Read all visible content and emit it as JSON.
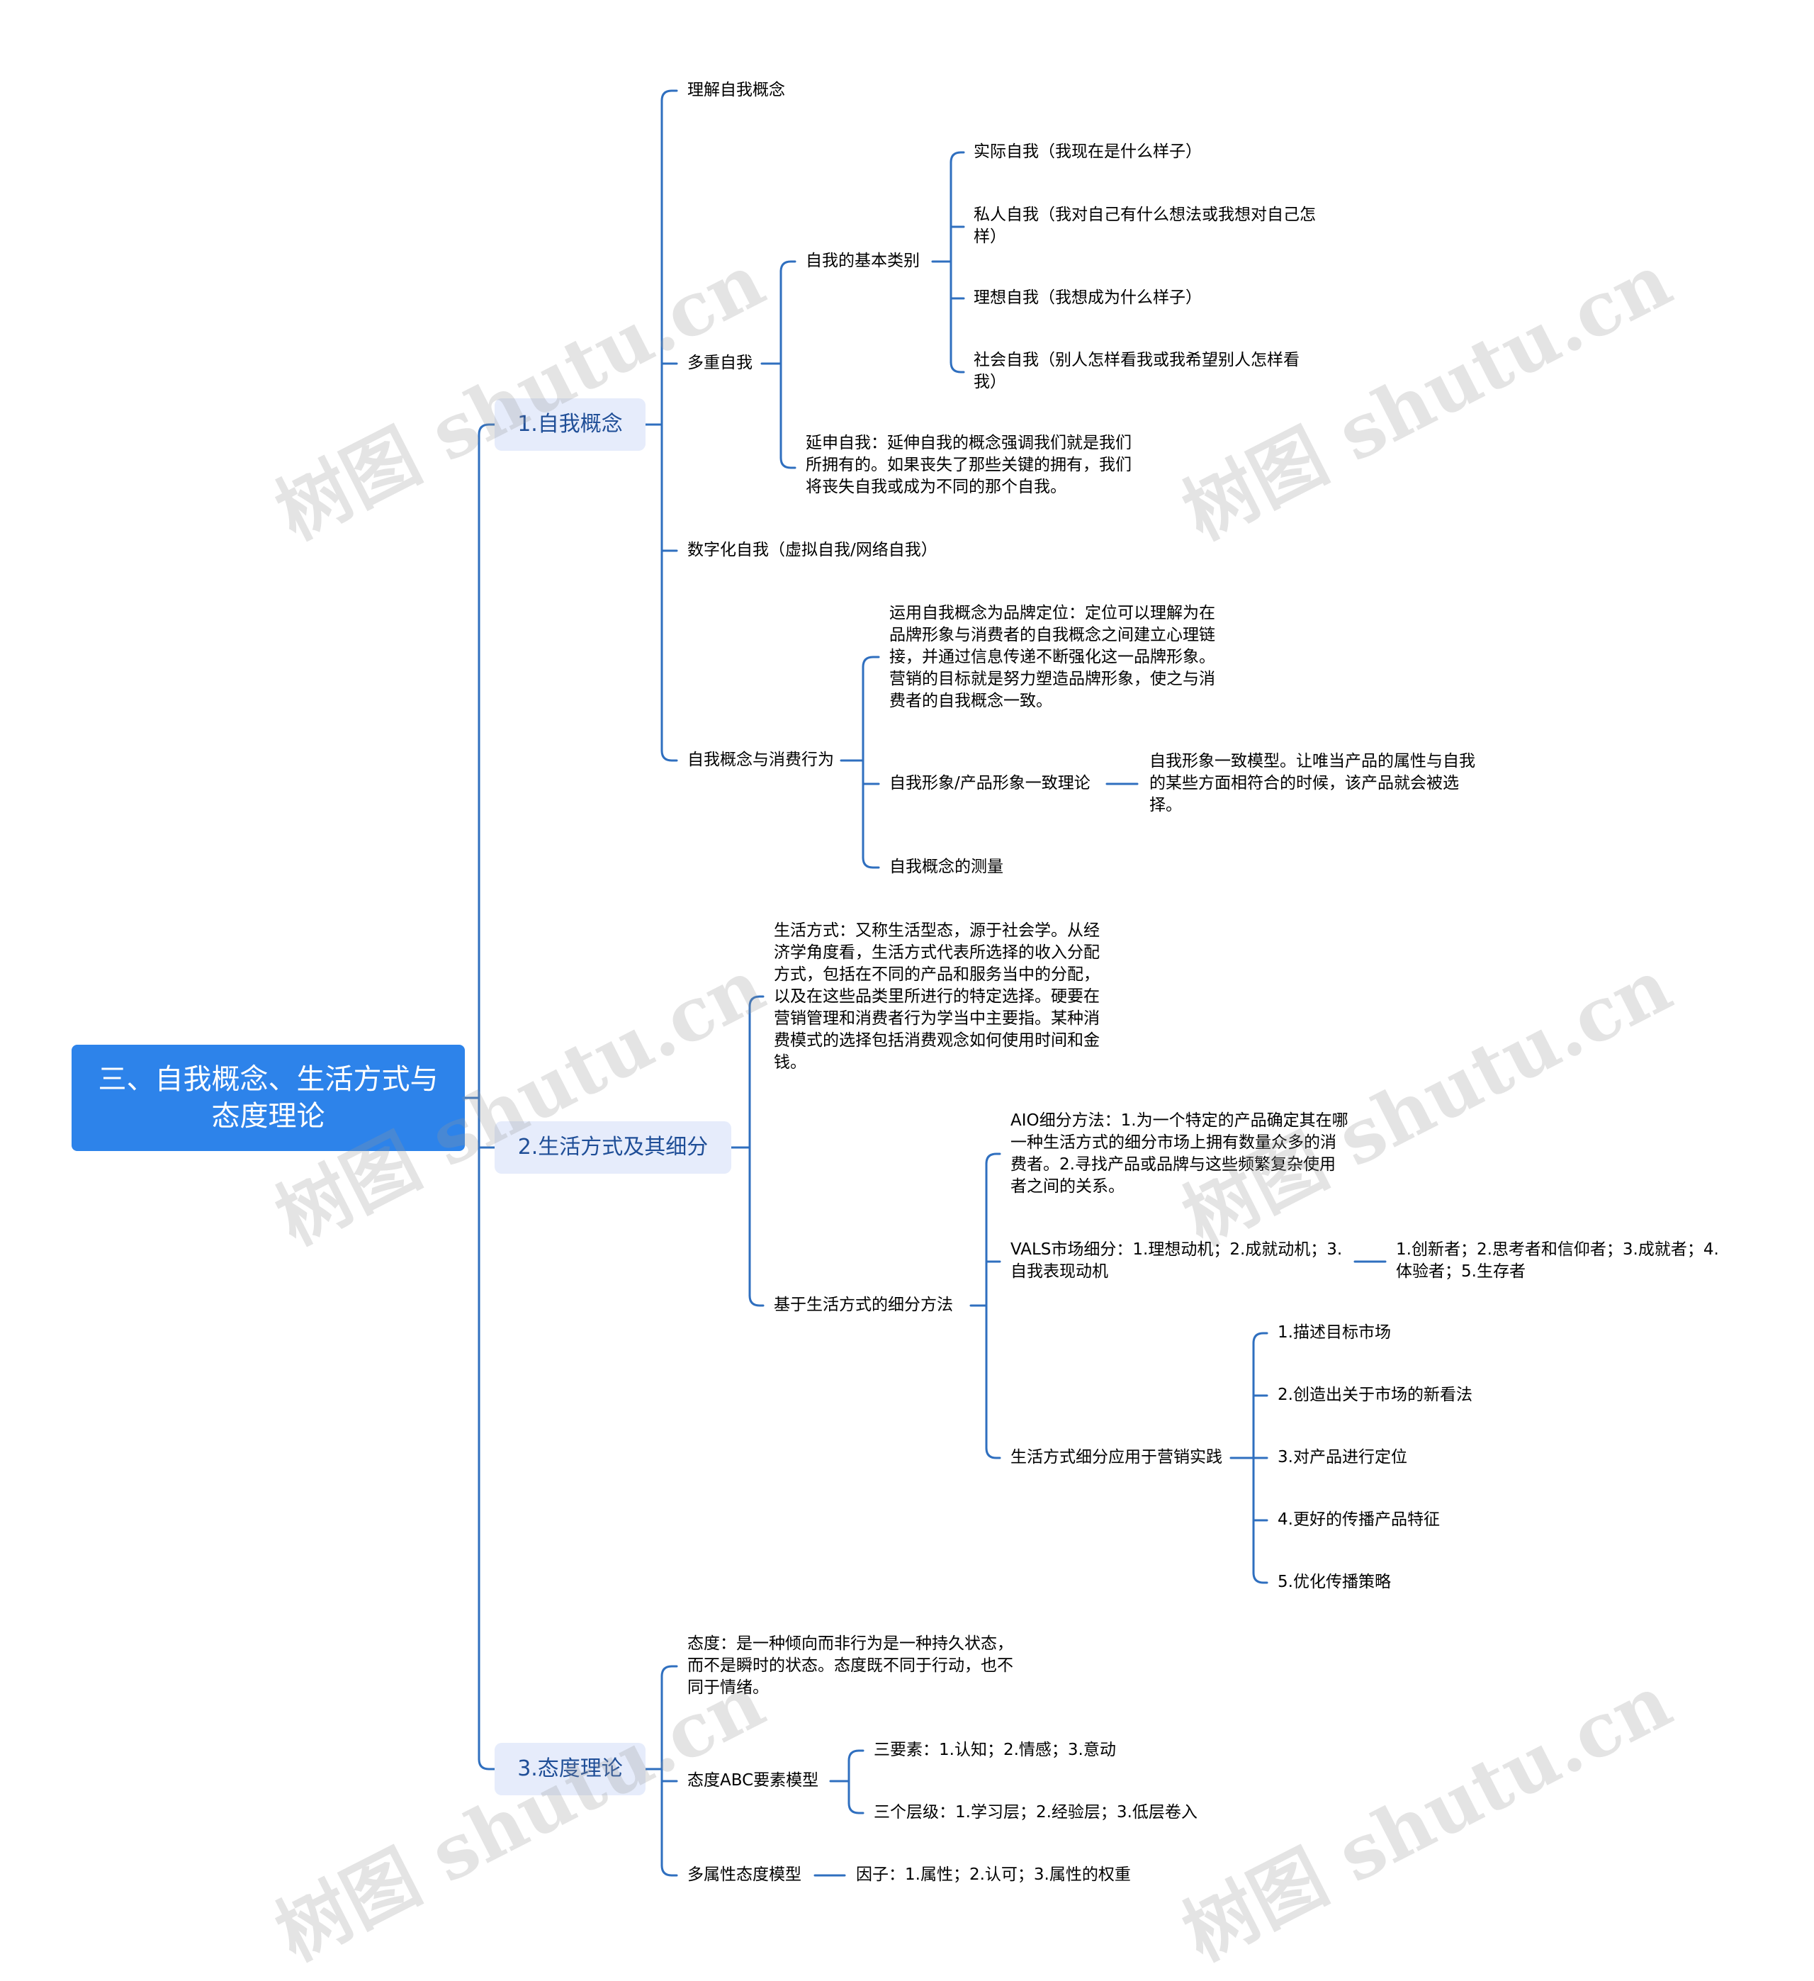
{
  "root": {
    "title": "三、自我概念、生活方式与态度理论"
  },
  "branches": [
    {
      "label": "1.自我概念"
    },
    {
      "label": "2.生活方式及其细分"
    },
    {
      "label": "3.态度理论"
    }
  ],
  "b1": {
    "understand": "理解自我概念",
    "multi": "多重自我",
    "basic_types": "自我的基本类别",
    "actual": "实际自我（我现在是什么样子）",
    "private": "私人自我（我对自己有什么想法或我想对自己怎样）",
    "ideal": "理想自我（我想成为什么样子）",
    "social": "社会自我（别人怎样看我或我希望别人怎样看我）",
    "extended": "延申自我：延伸自我的概念强调我们就是我们所拥有的。如果丧失了那些关键的拥有，我们将丧失自我或成为不同的那个自我。",
    "digital": "数字化自我（虚拟自我/网络自我）",
    "consumption": "自我概念与消费行为",
    "brand_positioning": "运用自我概念为品牌定位：定位可以理解为在品牌形象与消费者的自我概念之间建立心理链接，并通过信息传递不断强化这一品牌形象。营销的目标就是努力塑造品牌形象，使之与消费者的自我概念一致。",
    "congruity": "自我形象/产品形象一致理论",
    "congruity_model": "自我形象一致模型。让唯当产品的属性与自我的某些方面相符合的时候，该产品就会被选择。",
    "measure": "自我概念的测量"
  },
  "b2": {
    "lifestyle_def": "生活方式：又称生活型态，源于社会学。从经济学角度看，生活方式代表所选择的收入分配方式，包括在不同的产品和服务当中的分配，以及在这些品类里所进行的特定选择。硬要在营销管理和消费者行为学当中主要指。某种消费模式的选择包括消费观念如何使用时间和金钱。",
    "segment_method": "基于生活方式的细分方法",
    "aio": "AIO细分方法：1.为一个特定的产品确定其在哪一种生活方式的细分市场上拥有数量众多的消费者。2.寻找产品或品牌与这些频繁复杂使用者之间的关系。",
    "vals": "VALS市场细分：1.理想动机；2.成就动机；3.自我表现动机",
    "vals_types": "1.创新者；2.思考者和信仰者；3.成就者；4.体验者；5.生存者",
    "apply": "生活方式细分应用于营销实践",
    "apply_items": [
      "1.描述目标市场",
      "2.创造出关于市场的新看法",
      "3.对产品进行定位",
      "4.更好的传播产品特征",
      "5.优化传播策略"
    ]
  },
  "b3": {
    "attitude_def": "态度：是一种倾向而非行为是一种持久状态，而不是瞬时的状态。态度既不同于行动，也不同于情绪。",
    "abc": "态度ABC要素模型",
    "three_elements": "三要素：1.认知；2.情感；3.意动",
    "three_levels": "三个层级：1.学习层；2.经验层；3.低层卷入",
    "multi_attr": "多属性态度模型",
    "factors": "因子：1.属性；2.认可；3.属性的权重"
  },
  "watermark": {
    "text": "树图 shutu.cn"
  },
  "colors": {
    "line": "#2f6fbf",
    "root_bg": "#2d83ea",
    "branch_bg": "#e6ecfb",
    "branch_text": "#1f4e97"
  }
}
